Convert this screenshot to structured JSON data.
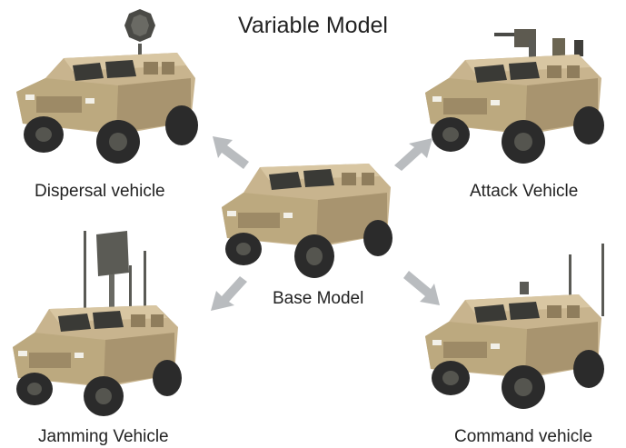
{
  "title": "Variable Model",
  "vehicles": {
    "dispersal": {
      "label": "Dispersal vehicle",
      "icon": "dispersal-vehicle-icon"
    },
    "attack": {
      "label": "Attack Vehicle",
      "icon": "attack-vehicle-icon"
    },
    "base": {
      "label": "Base Model",
      "icon": "base-vehicle-icon"
    },
    "jamming": {
      "label": "Jamming Vehicle",
      "icon": "jamming-vehicle-icon"
    },
    "command": {
      "label": "Command vehicle",
      "icon": "command-vehicle-icon"
    }
  },
  "colors": {
    "body": "#c8b48e",
    "body_dark": "#a8946f",
    "tire": "#2b2b2b",
    "window": "#3a3a36",
    "arrow": "#b9bcbf"
  }
}
